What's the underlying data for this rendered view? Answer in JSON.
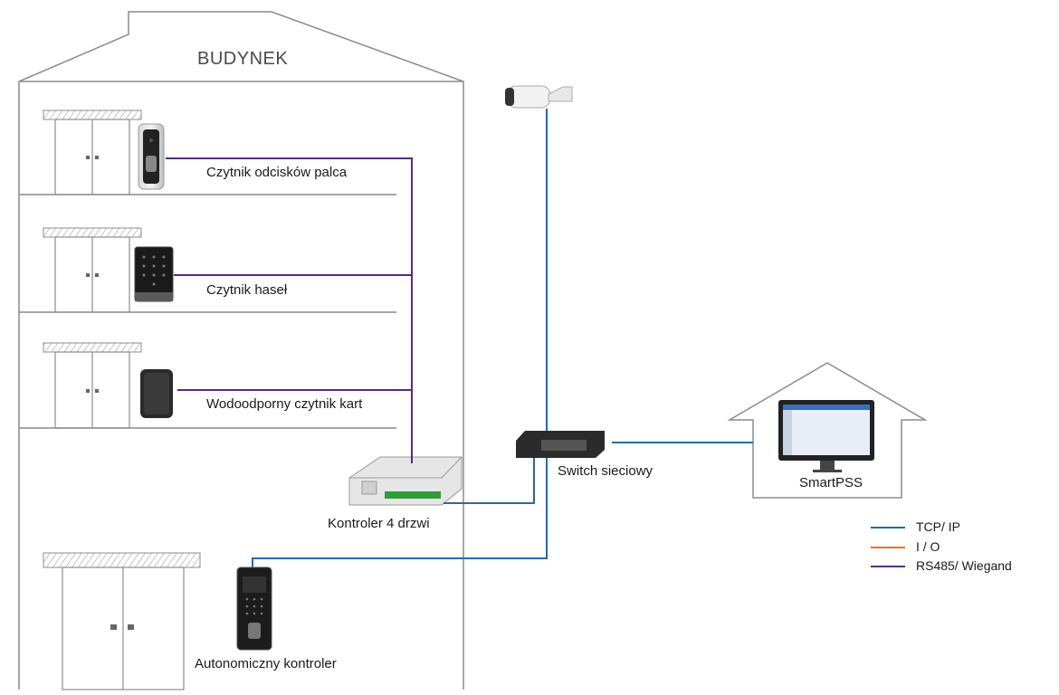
{
  "building": {
    "title": "BUDYNEK"
  },
  "devices": {
    "fingerprint_reader": "Czytnik odcisków palca",
    "password_reader": "Czytnik haseł",
    "card_reader": "Wodoodporny czytnik kart",
    "controller": "Kontroler 4 drzwi",
    "standalone": "Autonomiczny kontroler",
    "switch": "Switch sieciowy",
    "software": "SmartPSS"
  },
  "legend": [
    {
      "label": "TCP/ IP",
      "color": "#1f6fa8"
    },
    {
      "label": "I / O",
      "color": "#e0752a"
    },
    {
      "label": "RS485/ Wiegand",
      "color": "#5c2a82"
    }
  ],
  "colors": {
    "tcp": "#1f6fa8",
    "io": "#e0752a",
    "rs485": "#5c2a82",
    "outline": "#8c8c8c"
  }
}
